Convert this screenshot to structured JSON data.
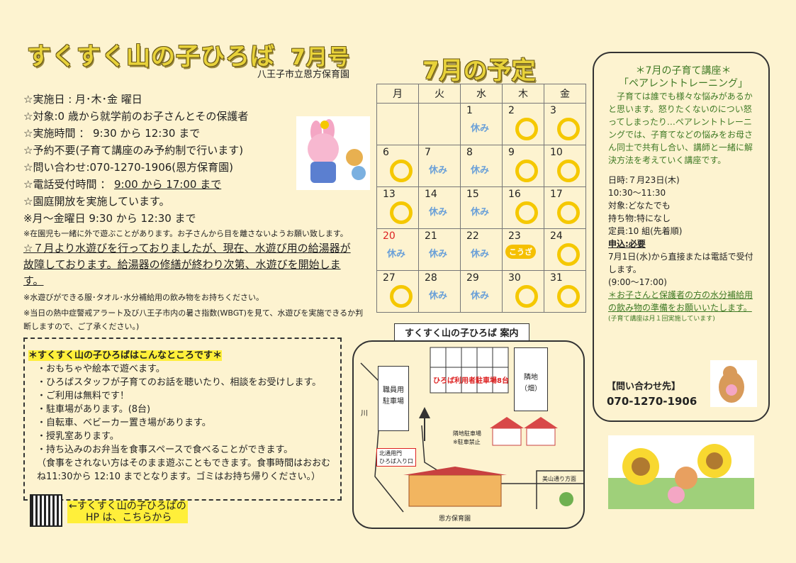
{
  "header": {
    "title": "すくすく山の子ひろば",
    "issue": "7月号",
    "publisher": "八王子市立恩方保育園"
  },
  "info": {
    "days": "☆実施日 : 月･木･金  曜日",
    "target": "☆対象:0 歳から就学前のお子さんとその保護者",
    "hours": "☆実施時間 ： 9:30 から 12:30 まで",
    "reservation": "☆予約不要(子育て講座のみ予約制で行います)",
    "contact": "☆問い合わせ:070-1270-1906(恩方保育園)",
    "phone_prefix": "☆電話受付時間 ：",
    "phone_hours": "9:00 から 17:00 まで",
    "garden": "☆園庭開放を実施しています。",
    "weekday": "※月～金曜日 9:30 から 12:30 まで",
    "note1": "※在園児も一緒に外で遊ぶことがあります。お子さんから目を離さないようお願い致します。",
    "water": "☆７月より水遊びを行っておりましたが、現在、水遊び用の給湯器が故障しております。給湯器の修繕が終わり次第、水遊びを開始します。",
    "note2": "※水遊びができる服･タオル･水分補給用の飲み物をお持ちください。",
    "note3": "※当日の熱中症警戒アラート及び八王子市内の暑さ指数(WBGT)を見て、水遊びを実施できるか判断しますので、ご了承ください。)"
  },
  "schedule": {
    "title": "7月の予定",
    "weekdays": [
      "月",
      "火",
      "水",
      "木",
      "金"
    ],
    "rest_label": "休み",
    "event_label": "こうざ",
    "weeks": [
      [
        {
          "d": "",
          "s": ""
        },
        {
          "d": "",
          "s": ""
        },
        {
          "d": "1",
          "s": "rest"
        },
        {
          "d": "2",
          "s": "open"
        },
        {
          "d": "3",
          "s": "open"
        }
      ],
      [
        {
          "d": "6",
          "s": "open"
        },
        {
          "d": "7",
          "s": "rest"
        },
        {
          "d": "8",
          "s": "rest"
        },
        {
          "d": "9",
          "s": "open"
        },
        {
          "d": "10",
          "s": "open"
        }
      ],
      [
        {
          "d": "13",
          "s": "open"
        },
        {
          "d": "14",
          "s": "rest"
        },
        {
          "d": "15",
          "s": "rest"
        },
        {
          "d": "16",
          "s": "open"
        },
        {
          "d": "17",
          "s": "open"
        }
      ],
      [
        {
          "d": "20",
          "s": "rest",
          "red": true
        },
        {
          "d": "21",
          "s": "rest"
        },
        {
          "d": "22",
          "s": "rest"
        },
        {
          "d": "23",
          "s": "event"
        },
        {
          "d": "24",
          "s": "open"
        }
      ],
      [
        {
          "d": "27",
          "s": "open"
        },
        {
          "d": "28",
          "s": "rest"
        },
        {
          "d": "29",
          "s": "rest"
        },
        {
          "d": "30",
          "s": "open"
        },
        {
          "d": "31",
          "s": "open"
        }
      ]
    ]
  },
  "course": {
    "heading": "＊7月の子育て講座＊",
    "name": "「ペアレントトレーニング」",
    "desc": "子育ては誰でも様々な悩みがあるかと思います。怒りたくないのについ怒ってしまったり…ペアレントトレーニングでは、子育てなどの悩みをお母さん同士で共有し合い、講師と一緒に解決方法を考えていく講座です。",
    "date": "日時:７月23日(木)",
    "time": "10:30～11:30",
    "target": "対象:どなたでも",
    "bring": "持ち物:特になし",
    "capacity": "定員:10 組(先着順)",
    "apply_label": "申込:必要",
    "apply": "7月1日(水)から直接または電話で受付します。",
    "apply_hours": "(9:00～17:00)",
    "drink_note": "＊お子さんと保護者の方の水分補給用の飲み物の準備をお願いいたします。",
    "monthly": "(子育て講座は月１回実施しています)",
    "contact_label": "【問い合わせ先】",
    "phone": "070-1270-1906"
  },
  "about": {
    "heading": "＊すくすく山の子ひろばはこんなところです＊",
    "items": [
      "・おもちゃや絵本で遊べます。",
      "・ひろばスタッフが子育てのお話を聴いたり、相談をお受けします。",
      "・ご利用は無料です！",
      "・駐車場があります。(8台)",
      "・自転車、ベビーカー置き場があります。",
      "・授乳室あります。",
      "・持ち込みのお弁当を食事スペースで食べることができます。",
      "（食事をされない方はそのまま遊ぶこともできます。食事時間はおおむ",
      "ね11:30から 12:10 までとなります。ゴミはお持ち帰りください。）"
    ]
  },
  "hp": {
    "line1": "←すくすく山の子ひろばの",
    "line2": "HP は、こちらから"
  },
  "map": {
    "title": "すくすく山の子ひろば  案内",
    "parking": "ひろば利用者駐車場8台",
    "staff_parking": "職員用駐車場",
    "river": "川",
    "field": "隣地（畑）",
    "neighbor_parking": "隣地駐車場",
    "no_parking": "※駐車禁止",
    "north_gate": "北通用門",
    "entrance": "ひろば入り口",
    "direction": "美山通り方面",
    "school": "恩方保育園"
  },
  "colors": {
    "title": "#e8d23a",
    "ring": "#f5c800",
    "rest": "#6aa0d8",
    "highlight": "#ffef3a"
  }
}
